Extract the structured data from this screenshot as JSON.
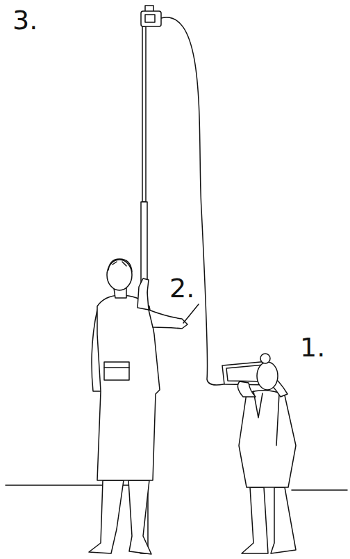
{
  "diagram": {
    "labels": [
      "3.",
      "2.",
      "1."
    ]
  }
}
